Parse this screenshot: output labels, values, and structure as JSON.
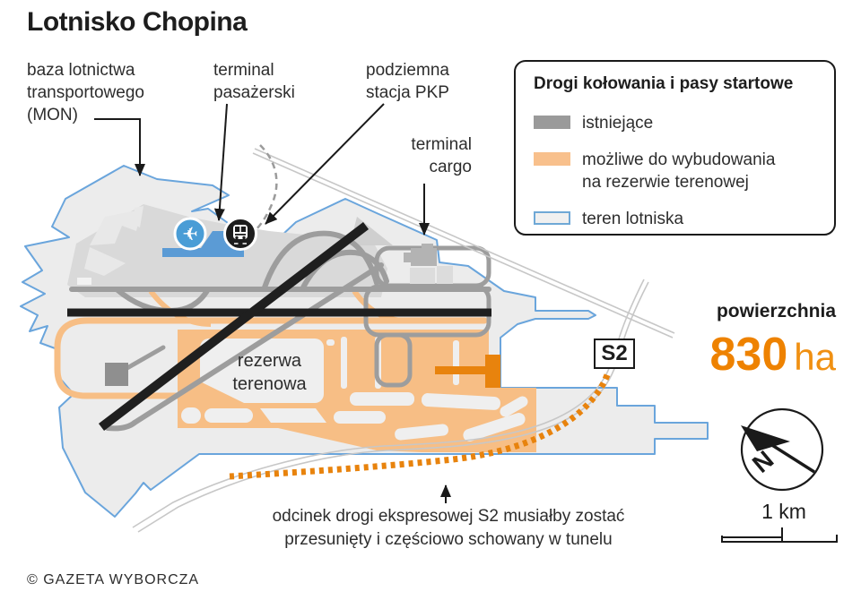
{
  "title": "Lotnisko Chopina",
  "callouts": {
    "mon": {
      "lines": [
        "baza lotnictwa",
        "transportowego",
        "(MON)"
      ]
    },
    "terminal_pasazerski": {
      "lines": [
        "terminal",
        "pasażerski"
      ]
    },
    "podziemna_stacja": {
      "lines": [
        "podziemna",
        "stacja PKP"
      ]
    },
    "terminal_cargo": {
      "lines": [
        "terminal",
        "cargo"
      ]
    }
  },
  "legend": {
    "title": "Drogi kołowania i pasy startowe",
    "items": [
      {
        "id": "existing",
        "label_lines": [
          "istniejące"
        ],
        "color": "#9a9a9a"
      },
      {
        "id": "possible",
        "label_lines": [
          "możliwe do wybudowania",
          "na rezerwie terenowej"
        ],
        "color": "#f8c08c"
      },
      {
        "id": "airport-area",
        "label_lines": [
          "teren lotniska"
        ],
        "color": "#f0f0f0",
        "border_color": "#6fa8d6"
      }
    ]
  },
  "map": {
    "reserve_label_lines": [
      "rezerwa",
      "terenowa"
    ],
    "road_badge": "S2"
  },
  "stats": {
    "area_label": "powierzchnia",
    "area_value": "830",
    "area_unit": "ha"
  },
  "caption": {
    "lines": [
      "odcinek drogi ekspresowej S2 musiałby zostać",
      "przesunięty i częściowo schowany w tunelu"
    ]
  },
  "compass": {
    "letter": "N"
  },
  "scale": {
    "label": "1 km"
  },
  "credit": "© GAZETA WYBORCZA",
  "icons": {
    "plane": "✈"
  },
  "colors": {
    "terrain_fill": "#ececec",
    "terrain_border_blue": "#6aa5dc",
    "mon_base_gray": "#d9d9d9",
    "taxiway_gray": "#9d9d9d",
    "runway_black": "#1f1f1f",
    "possible_orange": "#f7be85",
    "solid_orange": "#e8830d",
    "number_orange": "#ee8200",
    "terminal_blue": "#5b9bd5",
    "road_gray": "#c7c7c7",
    "text_dark": "#2d2d2d"
  }
}
